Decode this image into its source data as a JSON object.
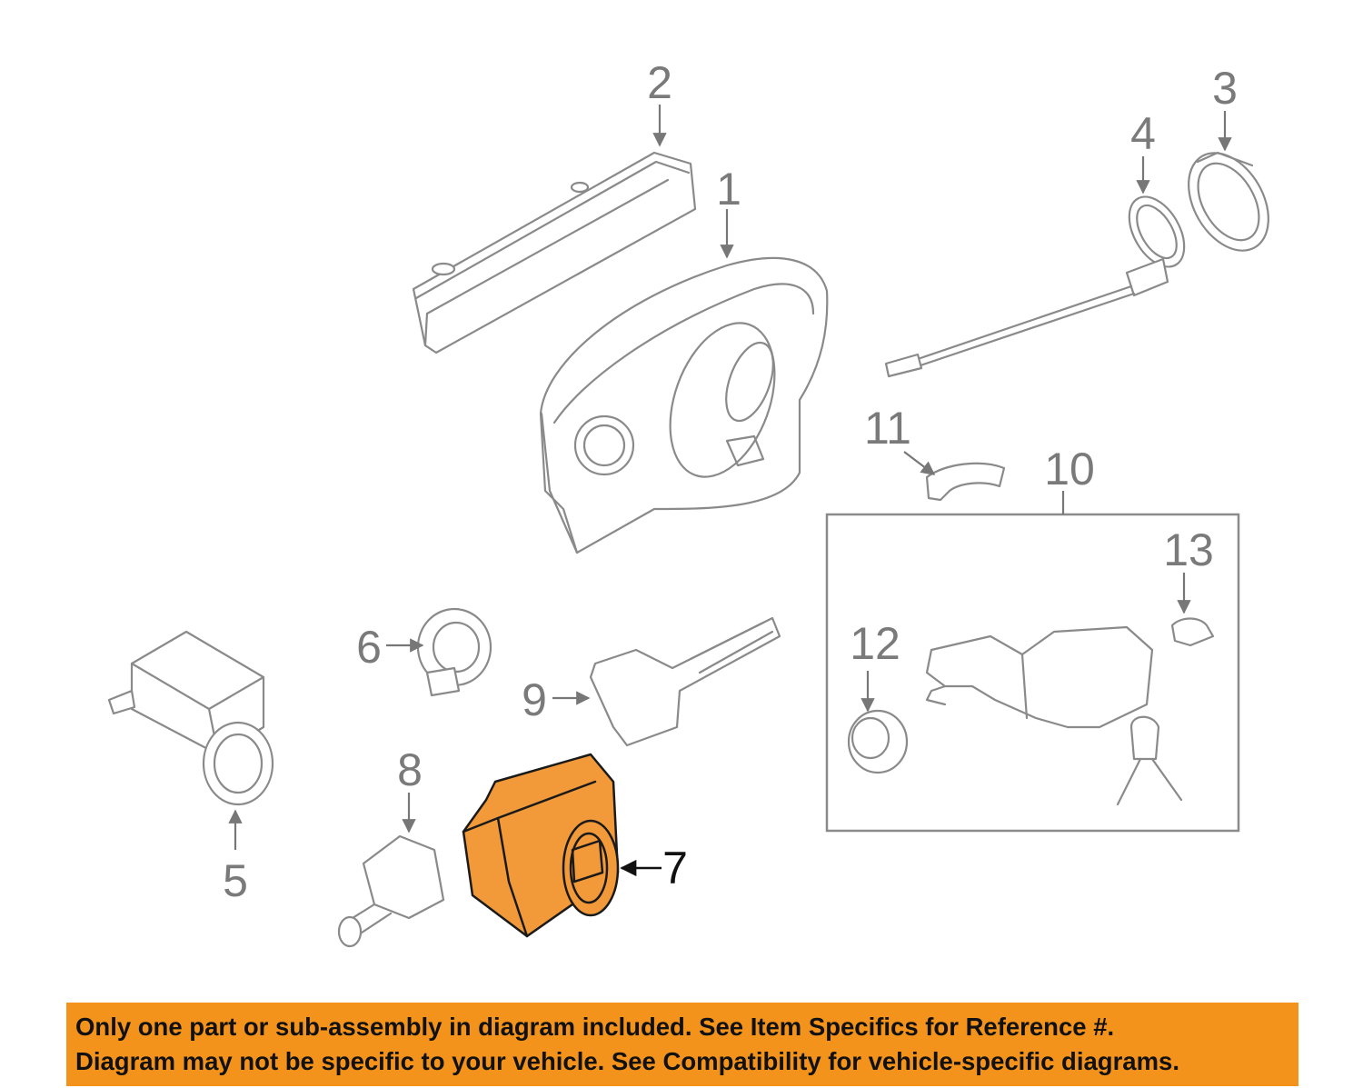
{
  "callouts": {
    "c1": "1",
    "c2": "2",
    "c3": "3",
    "c4": "4",
    "c5": "5",
    "c6": "6",
    "c7": "7",
    "c8": "8",
    "c9": "9",
    "c10": "10",
    "c11": "11",
    "c12": "12",
    "c13": "13"
  },
  "highlighted_part": "7",
  "colors": {
    "highlight_fill": "#f29a3a",
    "banner_background": "#f3931c",
    "line_art": "#8a8a8a"
  },
  "disclaimer": {
    "line1": "Only one part or sub-assembly in diagram included. See Item Specifics for Reference #.",
    "line2": "Diagram may not be specific to your vehicle. See Compatibility for vehicle-specific diagrams."
  }
}
